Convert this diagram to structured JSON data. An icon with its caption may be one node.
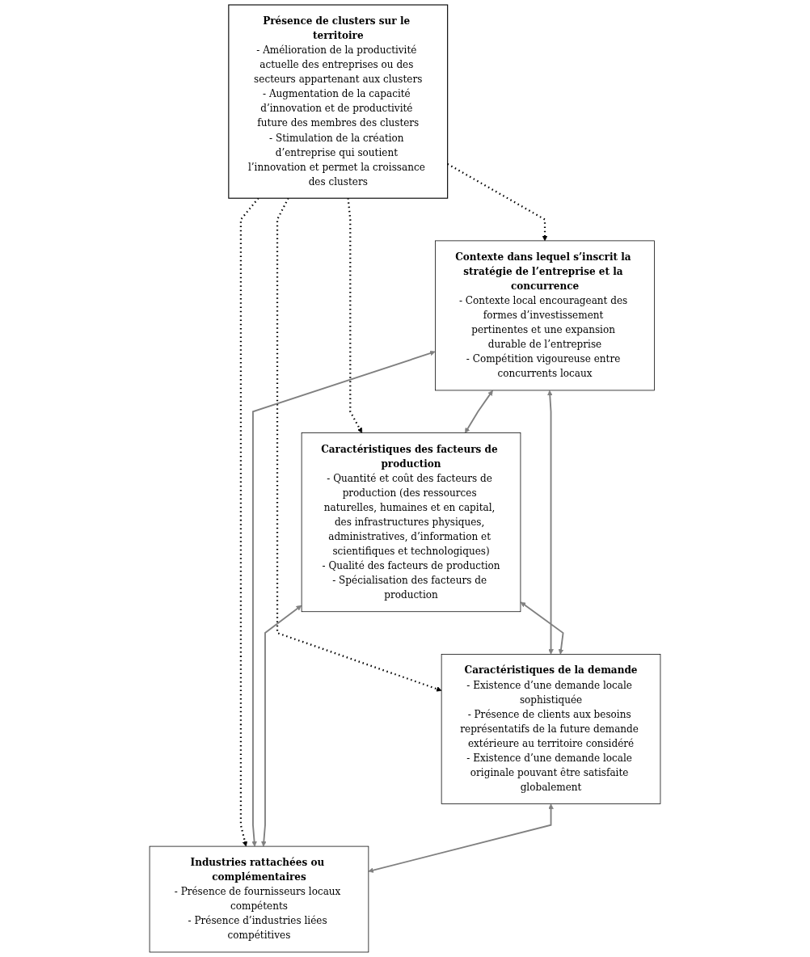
{
  "diagram": {
    "nodes": [
      {
        "text": [
          "Présence de clusters sur le territoire",
          "- Amélioration de la productivité actuelle des entreprises ou des secteurs appartenant aux clusters",
          "- Augmentation de la capacité d’innovation et de productivité future des membres des clusters",
          "- Stimulation de la création d’entreprise qui soutient l’innovation et permet la croissance des clusters"
        ]
      },
      {
        "text": [
          "Contexte dans lequel s’inscrit la stratégie de l’entreprise et la concurrence",
          "- Contexte local encourageant des formes d’investissement pertinentes et une expansion durable de l’entreprise",
          "- Compétition vigoureuse entre concurrents locaux"
        ]
      },
      {
        "text": [
          "Caractéristiques des facteurs de production",
          "- Quantité et coût des facteurs de production (des ressources naturelles, humaines et en capital, des infrastructures physiques, administratives, d’information et scientifiques et technologiques)",
          "- Qualité des facteurs de production",
          "- Spécialisation des facteurs de production"
        ]
      },
      {
        "text": [
          "Caractéristiques de la demande",
          "- Existence d’une demande locale sophistiquée",
          "- Présence de clients aux besoins représentatifs de la future demande extérieure au territoire considéré",
          "- Existence d’une demande locale originale pouvant être satisfaite globalement"
        ]
      },
      {
        "text": [
          "Industries rattachées ou complémentaires",
          "- Présence de fournisseurs locaux compétents",
          "- Présence d’industries liées compétitives"
        ]
      }
    ],
    "edges": [
      {
        "from": 0,
        "to": 2,
        "arrow": "to",
        "style": "dashed",
        "color": "#000000"
      },
      {
        "from": 0,
        "to": 4,
        "arrow": "to",
        "style": "dashed",
        "color": "#000000"
      },
      {
        "from": 0,
        "to": 1,
        "arrow": "to",
        "style": "dashed",
        "color": "#000000"
      },
      {
        "from": 0,
        "to": 3,
        "arrow": "to",
        "style": "dashed",
        "color": "#000000"
      },
      {
        "from": 1,
        "to": 2,
        "arrow": "both"
      },
      {
        "from": 1,
        "to": 3,
        "arrow": "both"
      },
      {
        "from": 1,
        "to": 4,
        "arrow": "both"
      },
      {
        "from": 2,
        "to": 3,
        "arrow": "both"
      },
      {
        "from": 2,
        "to": 4,
        "arrow": "both"
      },
      {
        "from": 3,
        "to": 4,
        "arrow": "both"
      }
    ]
  }
}
